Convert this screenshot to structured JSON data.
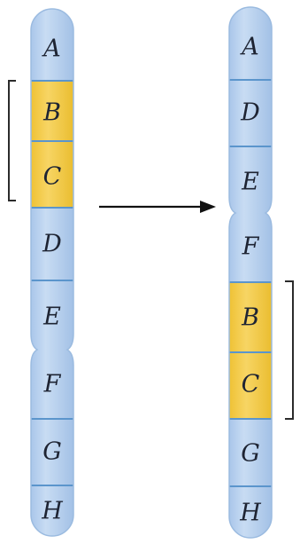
{
  "colors": {
    "band_normal": "#b9d2ee",
    "band_inverted_segment": "#f2c93e",
    "band_divider": "#5b95cc",
    "outline": "#9bbbe0",
    "bracket": "#2b2b2b",
    "arrow": "#111111"
  },
  "chromosomes": [
    {
      "id": "original",
      "bands": [
        {
          "label": "A",
          "highlight": false
        },
        {
          "label": "B",
          "highlight": true
        },
        {
          "label": "C",
          "highlight": true
        },
        {
          "label": "D",
          "highlight": false
        },
        {
          "label": "E",
          "highlight": false
        },
        {
          "label": "F",
          "highlight": false
        },
        {
          "label": "G",
          "highlight": false
        },
        {
          "label": "H",
          "highlight": false
        }
      ]
    },
    {
      "id": "rearranged",
      "bands": [
        {
          "label": "A",
          "highlight": false
        },
        {
          "label": "D",
          "highlight": false
        },
        {
          "label": "E",
          "highlight": false
        },
        {
          "label": "F",
          "highlight": false
        },
        {
          "label": "B",
          "highlight": true
        },
        {
          "label": "C",
          "highlight": true
        },
        {
          "label": "G",
          "highlight": false
        },
        {
          "label": "H",
          "highlight": false
        }
      ]
    }
  ]
}
